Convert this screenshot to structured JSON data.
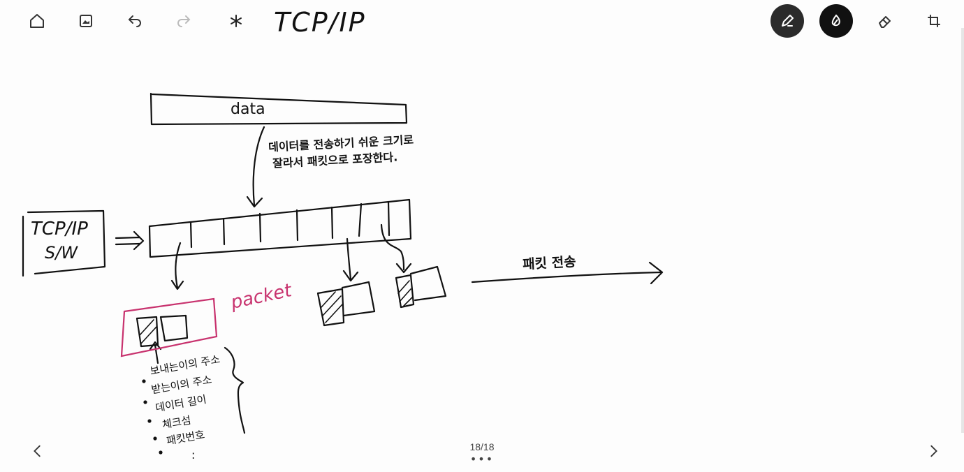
{
  "header": {
    "title": "TCP/IP",
    "icons": [
      "home-icon",
      "image-icon",
      "undo-icon",
      "redo-icon",
      "lasso-icon"
    ],
    "tools": [
      "pen-icon",
      "highlighter-icon",
      "eraser-icon",
      "crop-icon"
    ]
  },
  "note": {
    "data_label": "data",
    "split_text_line1": "데이터를 전송하기 쉬운 크기로",
    "split_text_line2": "잘라서 패킷으로 포장한다.",
    "tcpip_box_line1": "TCP/IP",
    "tcpip_box_line2": "S/W",
    "packet_label": "packet",
    "transmit_label": "패킷 전송",
    "bullets": [
      "보내는이의 주소",
      "받는이의 주소",
      "데이터 길이",
      "체크섬",
      "패킷번호"
    ],
    "bullet_continuation": ":"
  },
  "footer": {
    "page_counter": "18/18",
    "more": "•••"
  },
  "colors": {
    "ink": "#111111",
    "packet_pink": "#c8326e",
    "toolbar_dark": "#2b2b2b"
  }
}
